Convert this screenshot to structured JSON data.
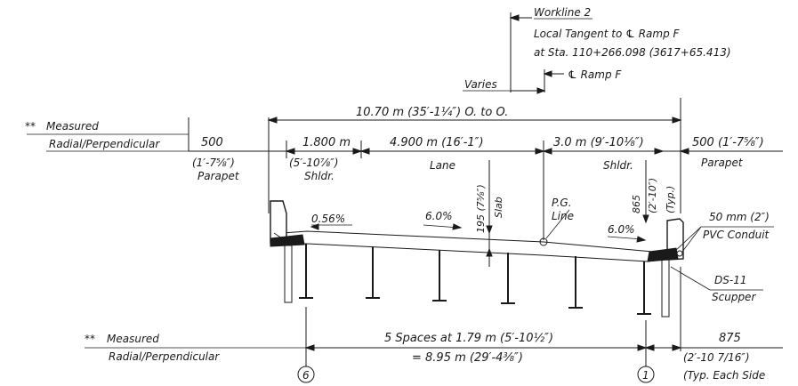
{
  "notes": {
    "measured_top_prefix": "**",
    "measured_top_line1": "Measured",
    "measured_top_line2": "Radial/Perpendicular",
    "measured_bottom_prefix": "**",
    "measured_bottom_line1": "Measured",
    "measured_bottom_line2": "Radial/Perpendicular"
  },
  "workline": {
    "title": "Workline 2",
    "line2": "Local Tangent to ℄ Ramp F",
    "line3": "at Sta. 110+266.098 (3617+65.413)",
    "varies": "Varies",
    "ramp": "℄ Ramp F"
  },
  "dimensions": {
    "overall": "10.70 m (35′-1¼″) O. to O.",
    "parapet_left_metric": "500",
    "parapet_left_imperial": "(1′-7⅝″)",
    "parapet_left_label": "Parapet",
    "shoulder_left_metric": "1.800 m",
    "shoulder_left_imperial": "(5′-10⅞″)",
    "shoulder_left_label": "Shldr.",
    "lane_metric": "4.900 m (16′-1″)",
    "lane_label": "Lane",
    "shoulder_right_metric": "3.0 m (9′-10⅛″)",
    "shoulder_right_label": "Shldr.",
    "parapet_right_metric": "500 (1′-7⅝″)",
    "parapet_right_label": "Parapet",
    "slab_text": "195 (7⅝″)",
    "slab_label": "Slab",
    "depth_metric": "865",
    "depth_imperial": "(2′-10″)",
    "depth_typ": "(Typ.)",
    "spacing_line1": "5 Spaces at 1.79 m (5′-10½″)",
    "spacing_line2": "= 8.95 m (29′-4⅜″)",
    "overhang_metric": "875",
    "overhang_imperial": "(2′-10 7/16″)",
    "overhang_typ": "(Typ. Each Side"
  },
  "slopes": {
    "left": "0.56%",
    "middle": "6.0%",
    "right": "6.0%"
  },
  "callouts": {
    "pg_line1": "P.G.",
    "pg_line2": "Line",
    "conduit_line1": "50 mm (2″)",
    "conduit_line2": "PVC Conduit",
    "scupper_line1": "DS-11",
    "scupper_line2": "Scupper"
  },
  "gridlines": {
    "left": "6",
    "right": "1"
  }
}
